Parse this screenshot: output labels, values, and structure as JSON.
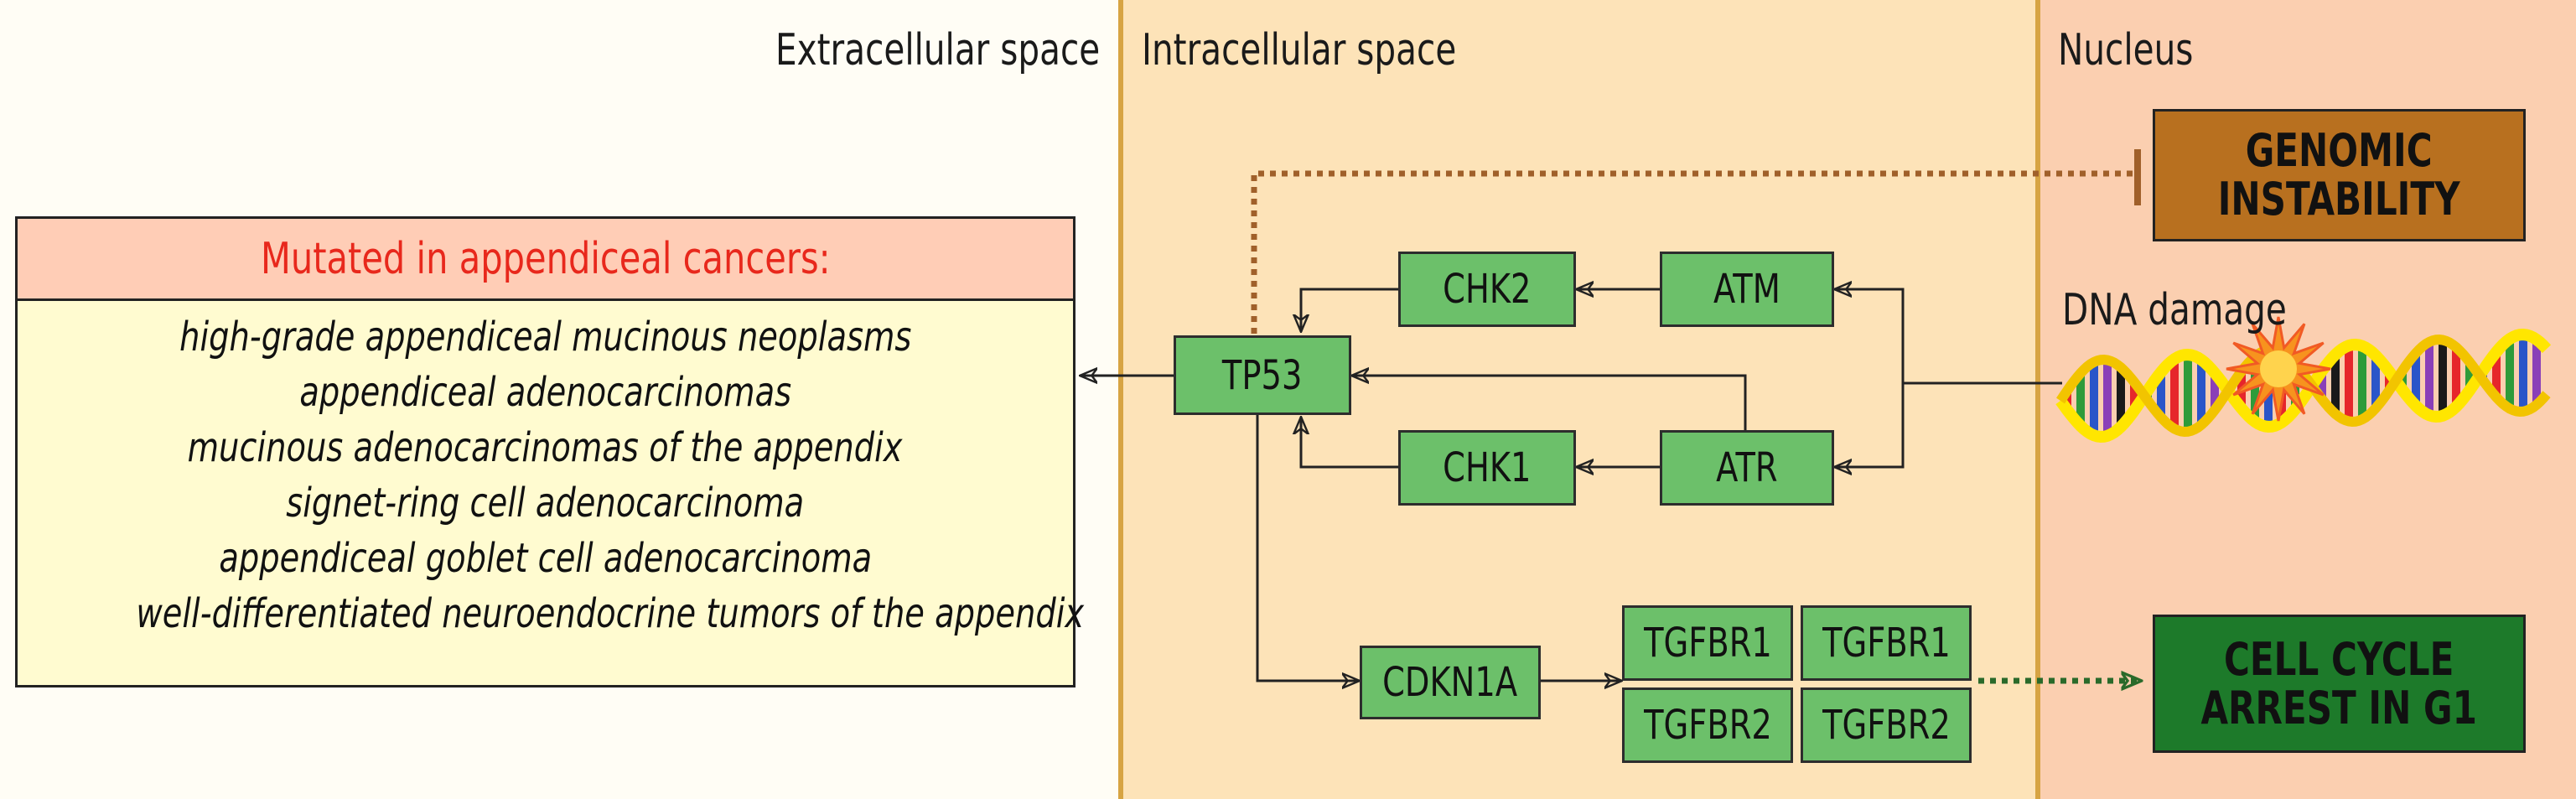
{
  "regions": {
    "extracellular": "Extracellular space",
    "intracellular": "Intracellular space",
    "nucleus": "Nucleus"
  },
  "mutated": {
    "title": "Mutated in appendiceal cancers:",
    "items": [
      "high-grade appendiceal mucinous neoplasms",
      "appendiceal adenocarcinomas",
      "mucinous adenocarcinomas of the appendix",
      "signet-ring cell adenocarcinoma",
      "appendiceal goblet cell adenocarcinoma",
      "well-differentiated neuroendocrine tumors of the appendix"
    ]
  },
  "nodes": {
    "tp53": "TP53",
    "chk2": "CHK2",
    "chk1": "CHK1",
    "atm": "ATM",
    "atr": "ATR",
    "cdkn1a": "CDKN1A",
    "tgfbr1_a": "TGFBR1",
    "tgfbr1_b": "TGFBR1",
    "tgfbr2_a": "TGFBR2",
    "tgfbr2_b": "TGFBR2"
  },
  "outcomes": {
    "genomic": "GENOMIC\nINSTABILITY",
    "arrest": "CELL CYCLE\nARREST IN G1"
  },
  "dna_label": "DNA damage",
  "colors": {
    "extracellular_bg": "#fffdf5",
    "intracellular_bg": "#fde3b8",
    "nucleus_bg": "#fbcfb0",
    "divider": "#d7a443",
    "node_fill": "#6cc06a",
    "genomic_fill": "#b8701f",
    "arrest_fill": "#1d7a2a",
    "inhibition_line": "#a0602a",
    "arrest_line": "#2a6a2a"
  }
}
